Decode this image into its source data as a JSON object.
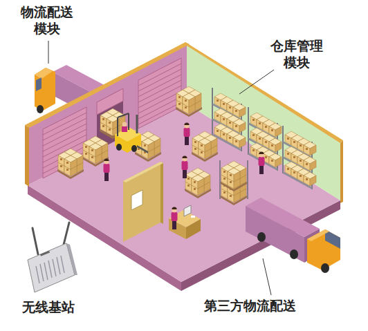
{
  "diagram": {
    "labels": [
      "物流配送 模块",
      "仓库管理 模块",
      "无线基站",
      "第三方物流配送"
    ]
  }
}
